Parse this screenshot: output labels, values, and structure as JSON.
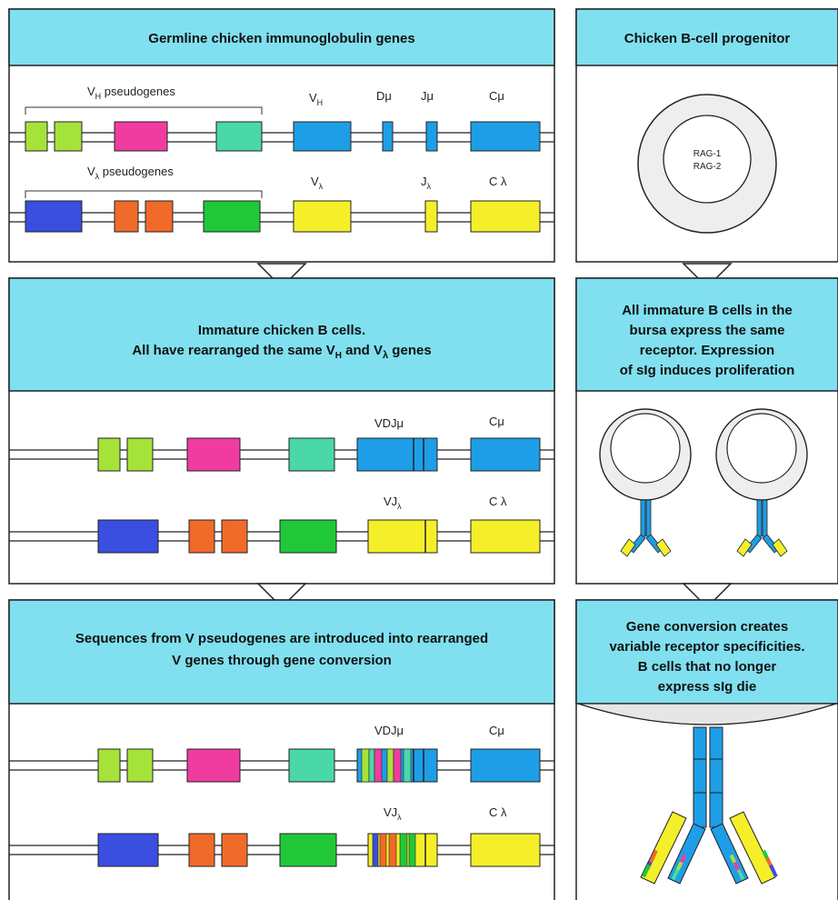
{
  "colors": {
    "header_fill": "#80e0f0",
    "v_h": "#1e9ee6",
    "v_l": "#f5ef2a",
    "pseudo_lime": "#a6e33a",
    "pseudo_magenta": "#f03ca0",
    "pseudo_aqua": "#4ad8a8",
    "pseudo_blue": "#3a4ee0",
    "pseudo_orange": "#f06a2a",
    "pseudo_green": "#20c838"
  },
  "panels": {
    "germline": {
      "title": "Germline chicken immunoglobulin genes",
      "vh_pseudogenes_base": "V",
      "vh_pseudogenes_sub": "H",
      "vh_pseudogenes_rest": " pseudogenes",
      "vl_pseudogenes_base": "V",
      "vl_pseudogenes_sub": "λ",
      "vl_pseudogenes_rest": " pseudogenes",
      "vh_base": "V",
      "vh_sub": "H",
      "dmu": "Dμ",
      "jmu": "Jμ",
      "cmu": "Cμ",
      "vl_base": "V",
      "vl_sub": "λ",
      "jl_base": "J",
      "jl_sub": "λ",
      "cl": "C λ"
    },
    "progenitor": {
      "title": "Chicken B-cell progenitor",
      "rag1": "RAG-1",
      "rag2": "RAG-2"
    },
    "immature": {
      "title_line1": "Immature chicken B cells.",
      "title_line2_a": "All have rearranged the same V",
      "title_line2_sub1": "H",
      "title_line2_b": " and V",
      "title_line2_sub2": "λ",
      "title_line2_c": " genes",
      "vdj": "VDJμ",
      "cmu": "Cμ",
      "vj_base": "VJ",
      "vj_sub": "λ",
      "cl": "C λ"
    },
    "bursa": {
      "line1": "All immature B cells in the",
      "line2": "bursa express the same",
      "line3": "receptor. Expression",
      "line4": "of sIg induces proliferation"
    },
    "conversion": {
      "line1": "Sequences from V pseudogenes are introduced into rearranged",
      "line2": "V genes through gene conversion",
      "vdj": "VDJμ",
      "cmu": "Cμ",
      "vj_base": "VJ",
      "vj_sub": "λ",
      "cl": "C λ"
    },
    "diversity": {
      "line1": "Gene conversion creates",
      "line2": "variable receptor specificities.",
      "line3": "B cells that no longer",
      "line4": "express sIg die"
    }
  }
}
